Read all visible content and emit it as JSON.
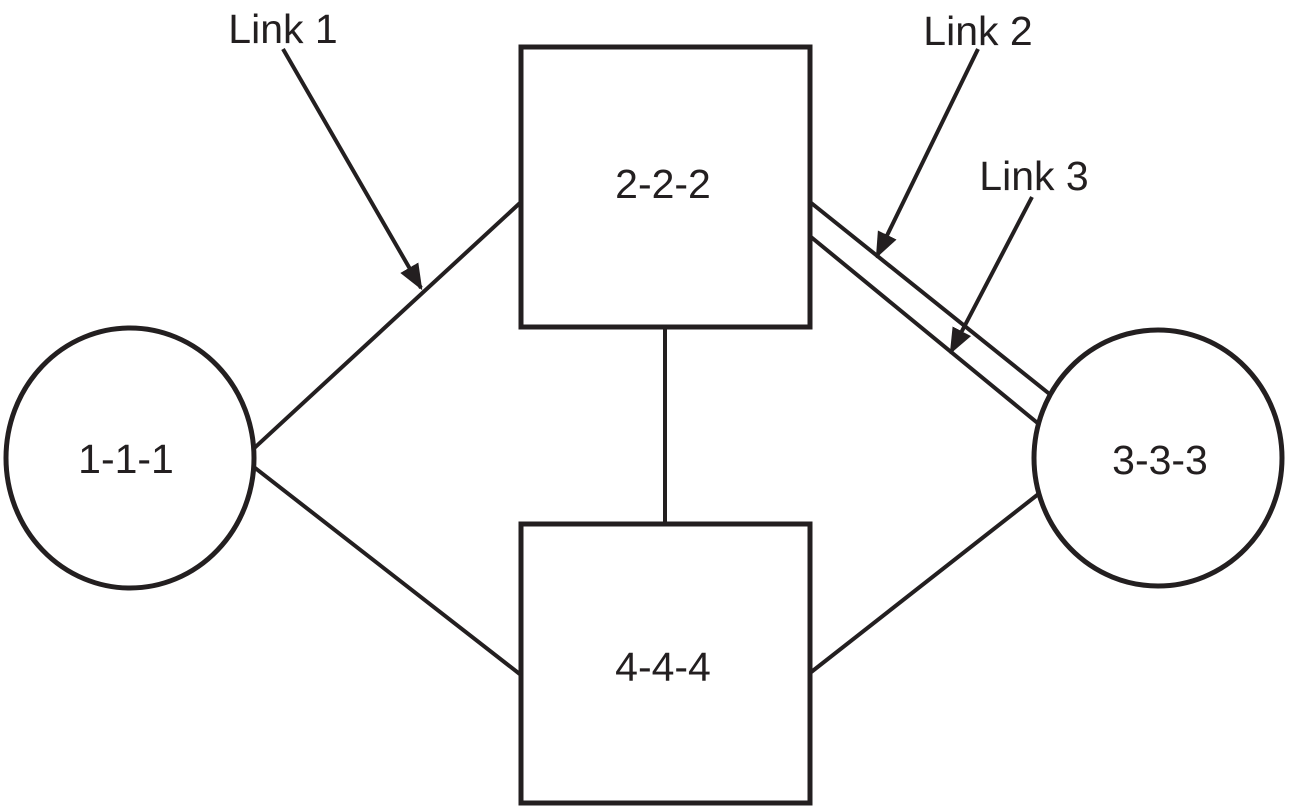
{
  "figure": {
    "type": "network-topology-diagram",
    "background_color": "#ffffff",
    "line_color": "#231f20",
    "nodes": [
      {
        "label": "1-1-1",
        "shape": "circle"
      },
      {
        "label": "2-2-2",
        "shape": "square"
      },
      {
        "label": "3-3-3",
        "shape": "circle"
      },
      {
        "label": "4-4-4",
        "shape": "square"
      }
    ],
    "links": [
      {
        "from": "1-1-1",
        "to": "2-2-2",
        "annotation": "Link 1"
      },
      {
        "from": "1-1-1",
        "to": "4-4-4",
        "annotation": ""
      },
      {
        "from": "2-2-2",
        "to": "4-4-4",
        "annotation": ""
      },
      {
        "from": "2-2-2",
        "to": "3-3-3",
        "annotation": "Link 2"
      },
      {
        "from": "2-2-2",
        "to": "3-3-3",
        "annotation": "Link 3"
      },
      {
        "from": "4-4-4",
        "to": "3-3-3",
        "annotation": ""
      }
    ],
    "annotations": [
      {
        "label": "Link 1"
      },
      {
        "label": "Link 2"
      },
      {
        "label": "Link 3"
      }
    ]
  }
}
